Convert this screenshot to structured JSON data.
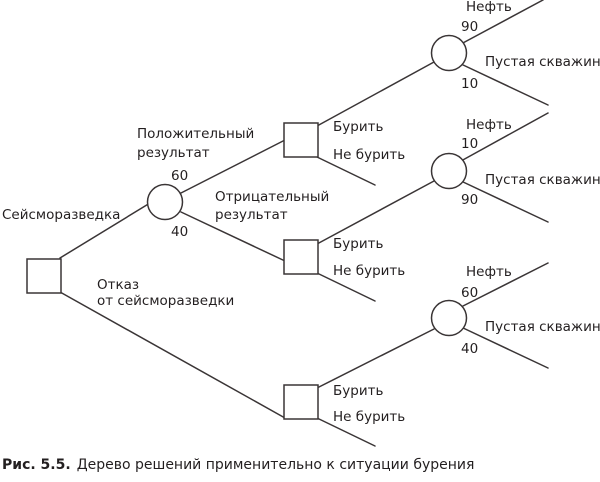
{
  "labels": {
    "seismic": "Сейсморазведка",
    "positive_line1": "Положительный",
    "positive_line2": "результат",
    "negative_line1": "Отрицательный",
    "negative_line2": "результат",
    "refuse_line1": "Отказ",
    "refuse_line2": "от сейсморазведки",
    "prob_positive": "60",
    "prob_negative": "40",
    "drill_a": "Бурить",
    "nodrill_a": "Не бурить",
    "drill_b": "Бурить",
    "nodrill_b": "Не бурить",
    "drill_c": "Бурить",
    "nodrill_c": "Не бурить",
    "oil_a": "Нефть",
    "oil_a_prob": "90",
    "dry_a": "Пустая скважина",
    "dry_a_prob": "10",
    "oil_b": "Нефть",
    "oil_b_prob": "10",
    "dry_b": "Пустая скважина",
    "dry_b_prob": "90",
    "oil_c": "Нефть",
    "oil_c_prob": "60",
    "dry_c": "Пустая скважина",
    "dry_c_prob": "40"
  },
  "caption": {
    "number": "Рис. 5.5.",
    "text": "Дерево решений применительно к ситуации бурения"
  }
}
